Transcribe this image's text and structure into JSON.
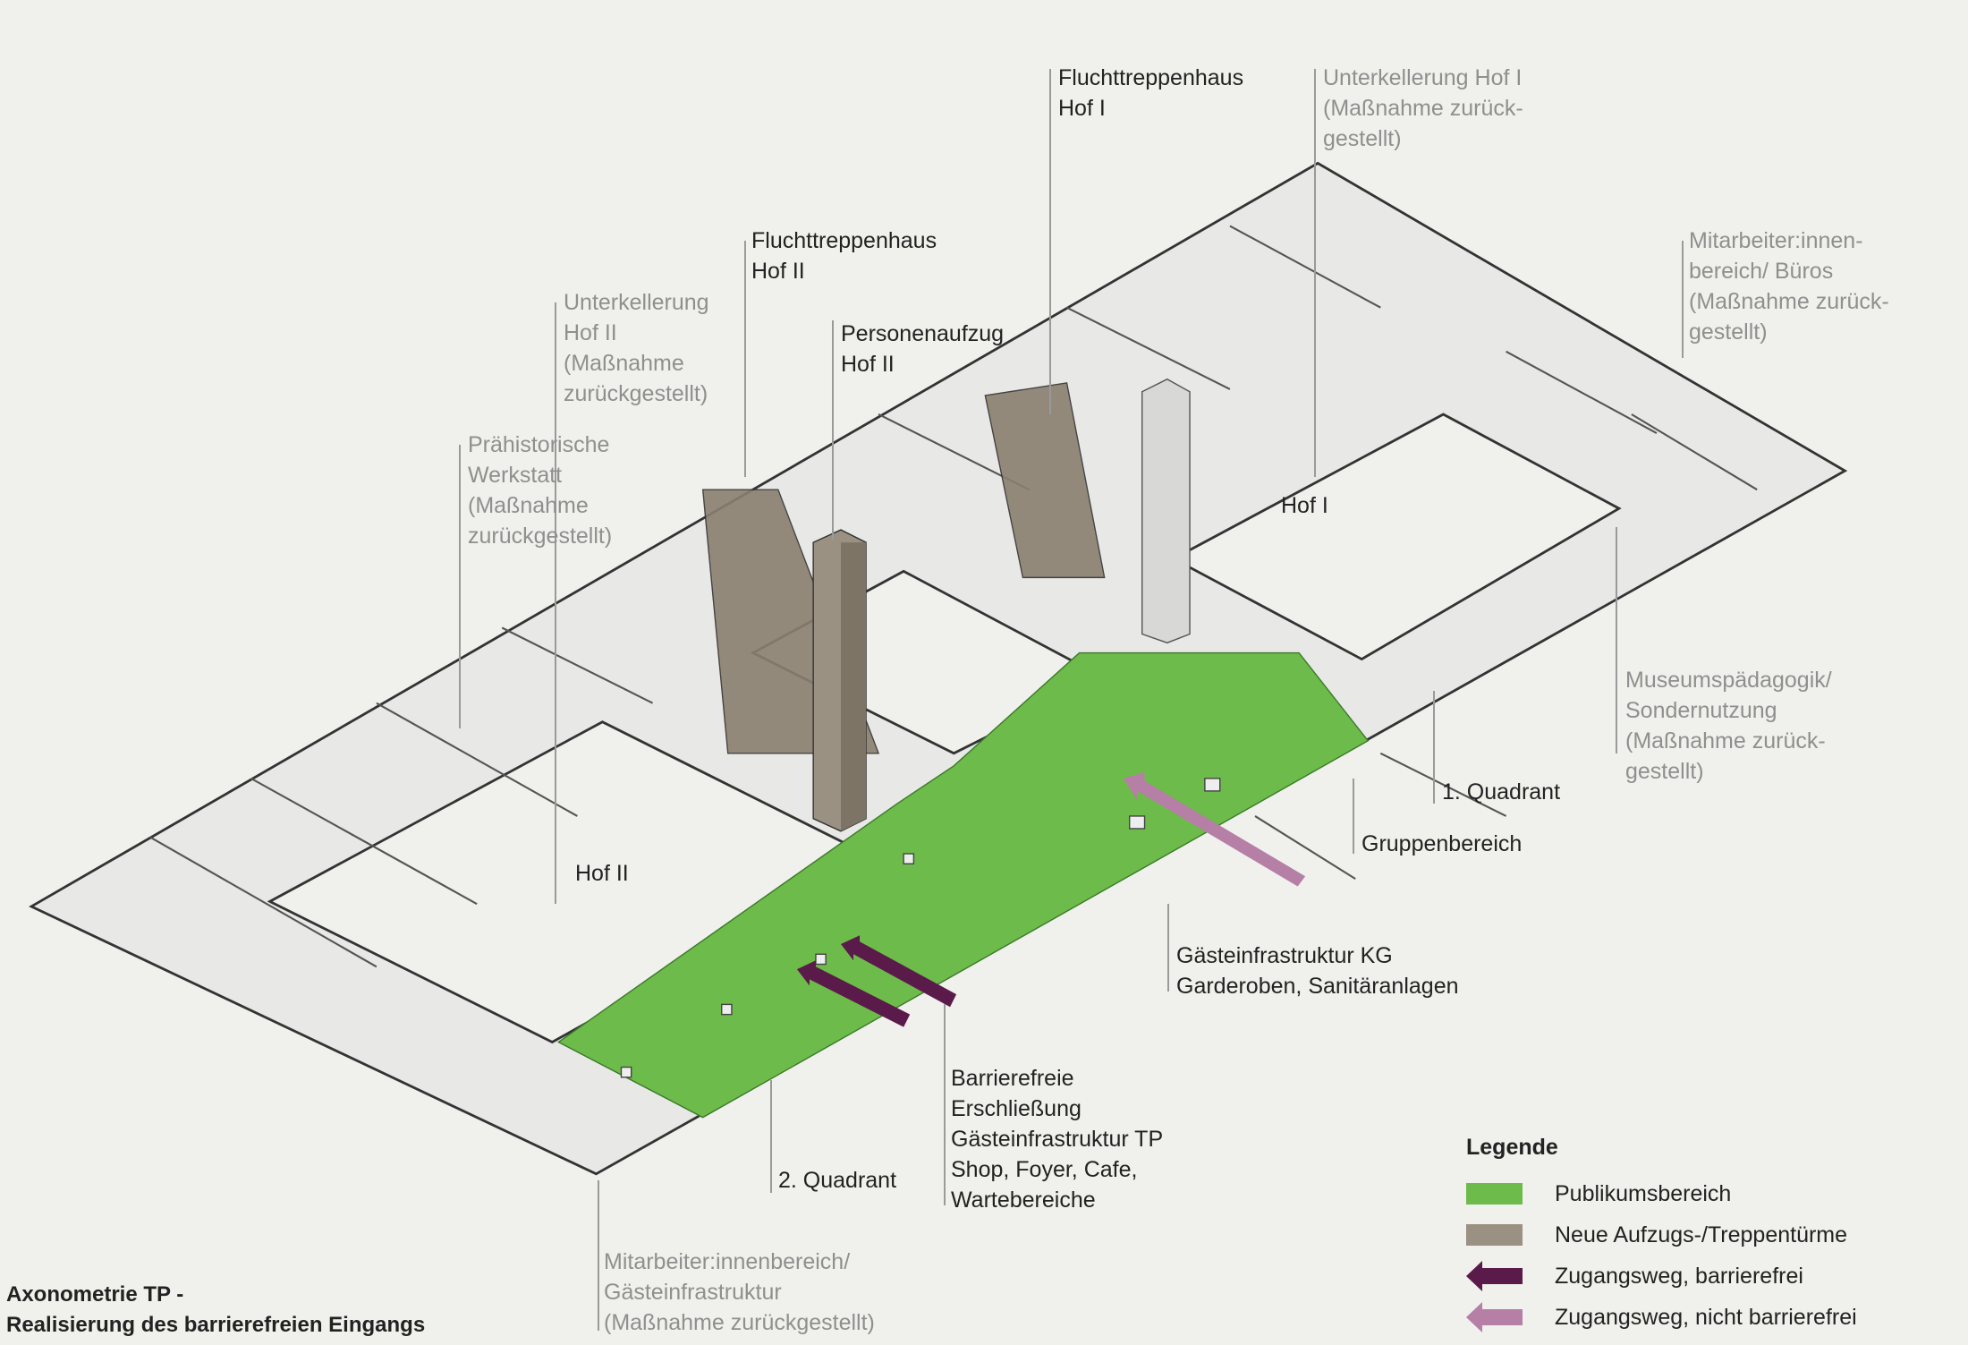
{
  "title": "Axonometrie TP  -\nRealisierung des barrierefreien Eingangs",
  "labels": {
    "flucht_hof1": "Fluchttreppenhaus\nHof I",
    "unterkellerung_hof1": "Unterkellerung Hof I\n(Maßnahme zurück-\ngestellt)",
    "flucht_hof2": "Fluchttreppenhaus\nHof II",
    "unterkellerung_hof2": "Unterkellerung\nHof II\n(Maßnahme\nzurückgestellt)",
    "aufzug_hof2": "Personenaufzug\nHof II",
    "werkstatt": "Prähistorische\nWerkstatt\n(Maßnahme\nzurückgestellt)",
    "buero": "Mitarbeiter:innen-\nbereich/ Büros\n(Maßnahme zurück-\ngestellt)",
    "hof1": "Hof I",
    "hof2": "Hof II",
    "museum": "Museumspädagogik/\nSondernutzung\n(Maßnahme zurück-\ngestellt)",
    "quadrant1": "1. Quadrant",
    "gruppen": "Gruppenbereich",
    "gaeste_kg": "Gästeinfrastruktur KG\nGarderoben, Sanitäranlagen",
    "barrierefrei": "Barrierefreie\nErschließung\nGästeinfrastruktur TP\nShop, Foyer, Cafe,\nWartebereiche",
    "quadrant2": "2. Quadrant",
    "mitarbeiter_gaeste": "Mitarbeiter:innenbereich/\nGästeinfrastruktur\n(Maßnahme zurückgestellt)"
  },
  "legend": {
    "title": "Legende",
    "items": [
      {
        "label": "Publikumsbereich",
        "color": "#6dbb4a"
      },
      {
        "label": "Neue Aufzugs-/Treppentürme",
        "color": "#9a9183"
      },
      {
        "label": "Zugangsweg, barrierefrei",
        "color": "#5a1a4a"
      },
      {
        "label": "Zugangsweg, nicht barrierefrei",
        "color": "#b57fa6"
      }
    ]
  }
}
